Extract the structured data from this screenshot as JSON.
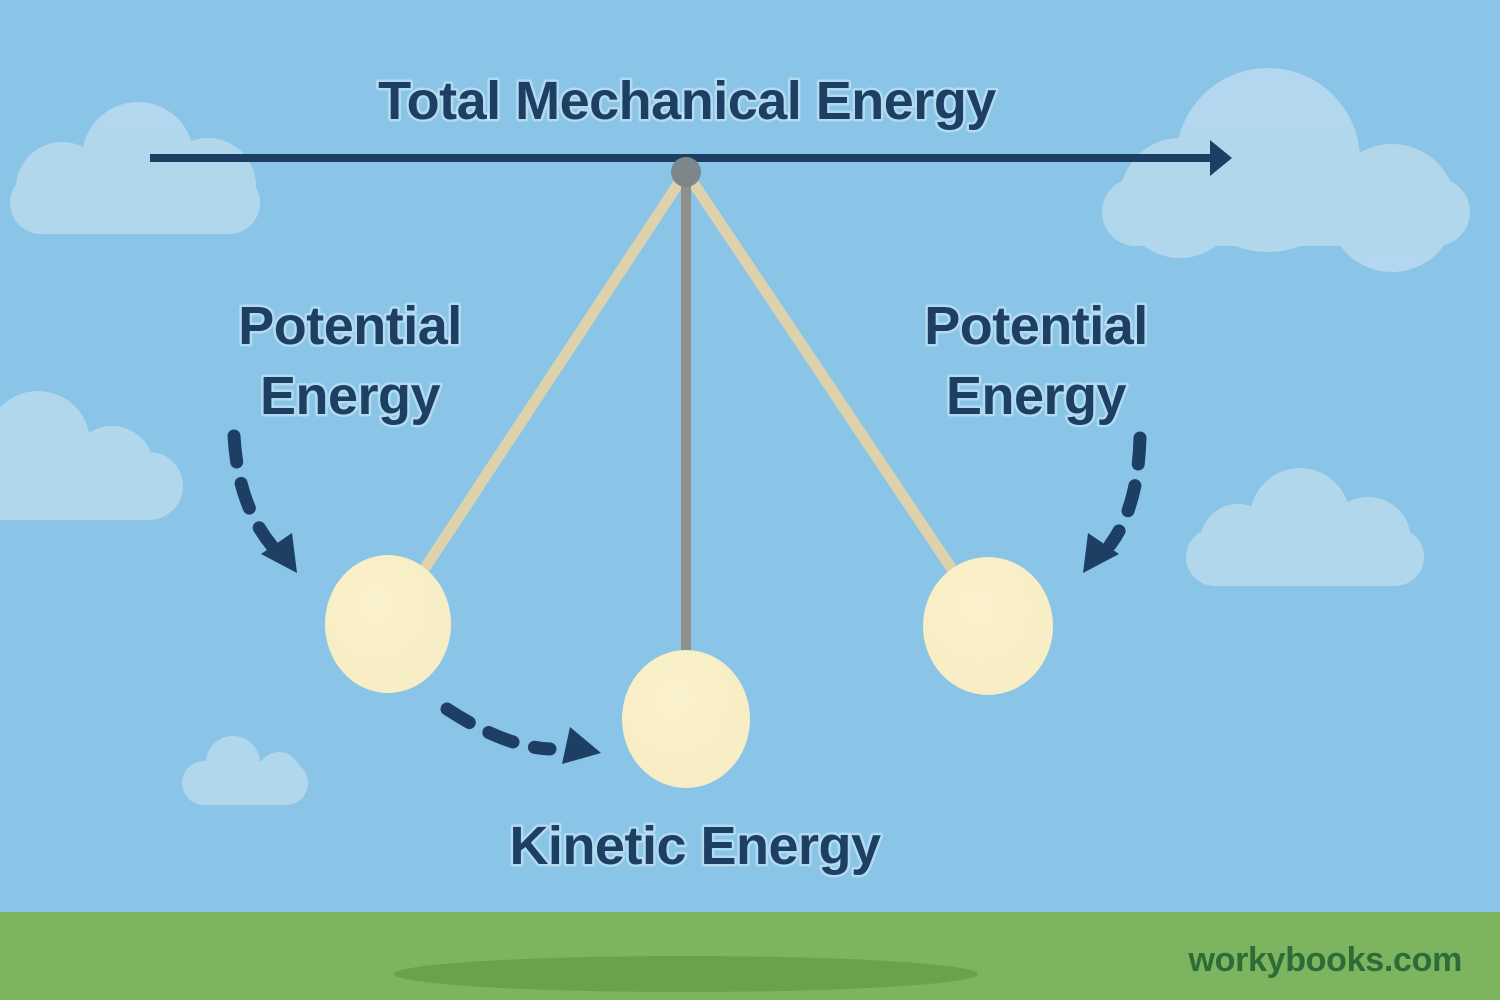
{
  "title": "Total Mechanical Energy",
  "pendulum": {
    "left_label": {
      "line1": "Potential",
      "line2": "Energy"
    },
    "right_label": {
      "line1": "Potential",
      "line2": "Energy"
    },
    "bottom_label": "Kinetic Energy",
    "positions": [
      "raised-left",
      "lowest-center",
      "raised-right"
    ]
  },
  "watermark": "workybooks.com",
  "icons": {
    "total_energy_arrow": "right-arrow",
    "left_transition_arrow": "dashed-curved-arrow-down-right",
    "bottom_transition_arrow": "dashed-curved-arrow-right",
    "right_transition_arrow": "dashed-curved-arrow-down-left"
  },
  "colors": {
    "sky": "#8ac5e8",
    "cloud": "#b4d8ee",
    "navy": "#1c3f63",
    "ball_highlight": "#faf2cd",
    "ball_cream": "#f8eec5",
    "ball_shade": "#e9dcad",
    "string_tan": "#ddd2ab",
    "string_gray": "#8e8e8a",
    "pivot_gray": "#7d868b",
    "grass": "#7cb45f",
    "grass_shadow": "#68a34c",
    "watermark_green": "#2d6b37"
  }
}
